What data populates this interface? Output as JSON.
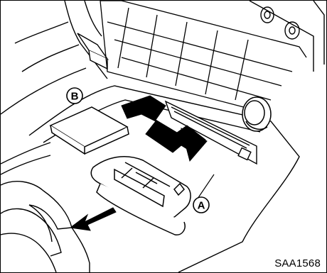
{
  "callouts": {
    "a_label": "A",
    "b_label": "B"
  },
  "figure_id": "SAA1568",
  "colors": {
    "line": "#000000",
    "fill": "#ffffff",
    "arrow": "#000000"
  }
}
